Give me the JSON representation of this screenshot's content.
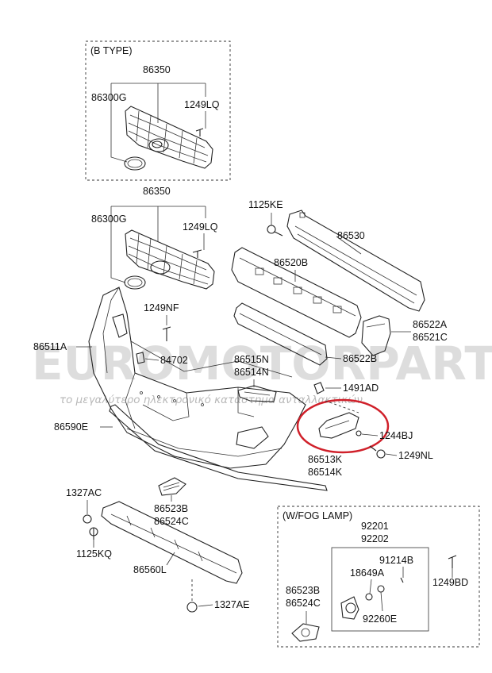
{
  "watermark": {
    "main": "EUROMOTORPARTS.GR",
    "sub": "το μεγαλύτερο ηλεκτρονικό κατάστημα ανταλλακτικών"
  },
  "boxes": {
    "b_type": "(B TYPE)",
    "fog_lamp": "(W/FOG LAMP)"
  },
  "labels": {
    "bt_86350": "86350",
    "bt_86300G": "86300G",
    "bt_1249LQ": "1249LQ",
    "g_86350": "86350",
    "g_86300G": "86300G",
    "g_1249LQ": "1249LQ",
    "p_1125KE": "1125KE",
    "p_86530": "86530",
    "p_86520B": "86520B",
    "p_1249NF": "1249NF",
    "p_86522A": "86522A",
    "p_86521C": "86521C",
    "p_86511A": "86511A",
    "p_84702": "84702",
    "p_86522B": "86522B",
    "p_86515N": "86515N",
    "p_86514N": "86514N",
    "p_1491AD": "1491AD",
    "p_86590E": "86590E",
    "p_1244BJ": "1244BJ",
    "p_86513K": "86513K",
    "p_86514K": "86514K",
    "p_1249NL": "1249NL",
    "p_1327AC": "1327AC",
    "p_86523B": "86523B",
    "p_86524C": "86524C",
    "p_1125KQ": "1125KQ",
    "p_86560L": "86560L",
    "p_1327AE": "1327AE",
    "f_92201": "92201",
    "f_92202": "92202",
    "f_91214B": "91214B",
    "f_18649A": "18649A",
    "f_1249BD": "1249BD",
    "f_86523B": "86523B",
    "f_86524C": "86524C",
    "f_92260E": "92260E"
  },
  "highlight_color": "#d0202a"
}
